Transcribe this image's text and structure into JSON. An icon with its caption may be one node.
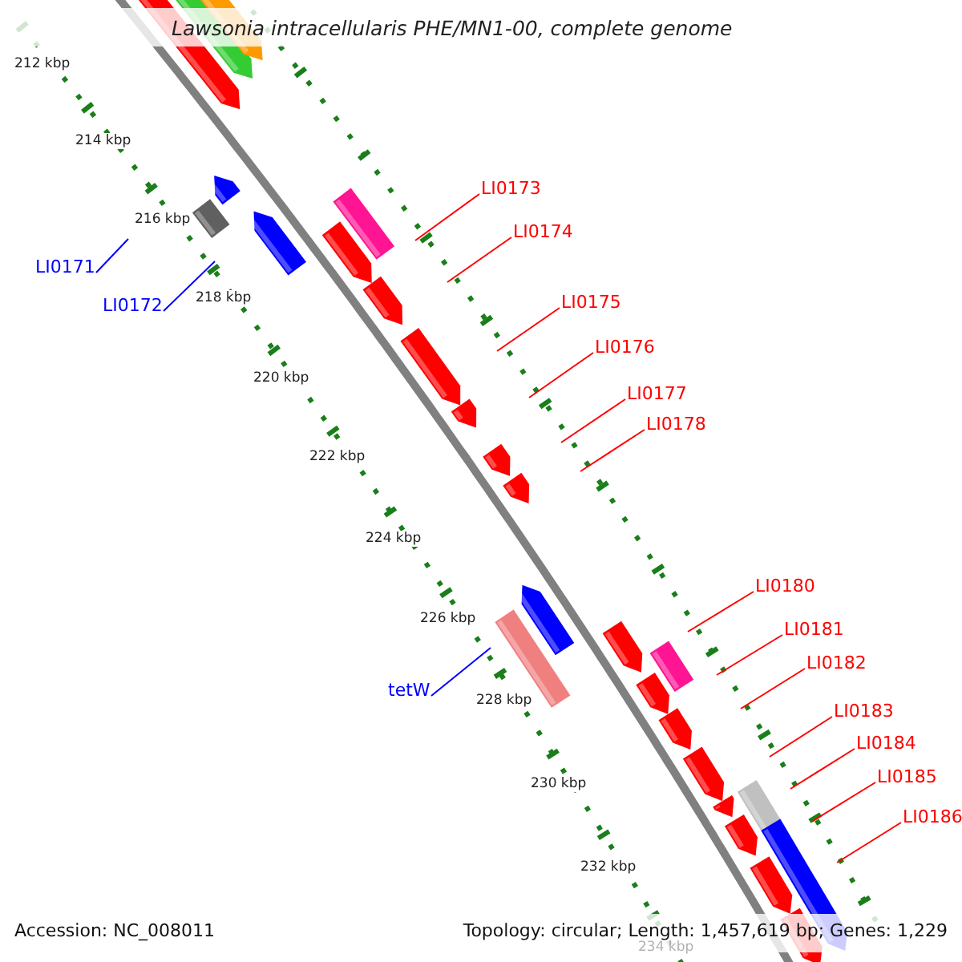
{
  "diagram": {
    "title": "Lawsonia intracellularis PHE/MN1-00, complete genome",
    "nodes": [
      {
        "text": [
          "LI0171"
        ]
      },
      {
        "text": [
          "LI0172"
        ]
      },
      {
        "text": [
          "LI0173"
        ]
      },
      {
        "text": [
          "LI0174"
        ]
      },
      {
        "text": [
          "LI0175"
        ]
      },
      {
        "text": [
          "LI0176"
        ]
      },
      {
        "text": [
          "LI0177"
        ]
      },
      {
        "text": [
          "LI0178"
        ]
      },
      {
        "text": [
          "tetW"
        ]
      },
      {
        "text": [
          "LI0180"
        ]
      },
      {
        "text": [
          "LI0181"
        ]
      },
      {
        "text": [
          "LI0182"
        ]
      },
      {
        "text": [
          "LI0183"
        ]
      },
      {
        "text": [
          "LI0184"
        ]
      },
      {
        "text": [
          "LI0185"
        ]
      },
      {
        "text": [
          "LI0186"
        ]
      }
    ],
    "edges": [
      {
        "from": 0,
        "to": null,
        "arrow": "none",
        "color": "#0000ff"
      },
      {
        "from": 1,
        "to": null,
        "arrow": "none",
        "color": "#0000ff"
      },
      {
        "from": 2,
        "to": null,
        "arrow": "none"
      },
      {
        "from": 3,
        "to": null,
        "arrow": "none"
      },
      {
        "from": 4,
        "to": null,
        "arrow": "none"
      },
      {
        "from": 5,
        "to": null,
        "arrow": "none"
      },
      {
        "from": 6,
        "to": null,
        "arrow": "none"
      },
      {
        "from": 7,
        "to": null,
        "arrow": "none"
      },
      {
        "from": 8,
        "to": null,
        "arrow": "none",
        "color": "#0000ff"
      },
      {
        "from": 9,
        "to": null,
        "arrow": "none"
      },
      {
        "from": 10,
        "to": null,
        "arrow": "none"
      },
      {
        "from": 11,
        "to": null,
        "arrow": "none"
      },
      {
        "from": 12,
        "to": null,
        "arrow": "none"
      },
      {
        "from": 13,
        "to": null,
        "arrow": "none"
      },
      {
        "from": 14,
        "to": null,
        "arrow": "none"
      },
      {
        "from": 15,
        "to": null,
        "arrow": "none"
      }
    ],
    "labels": [
      "212 kbp",
      "214 kbp",
      "216 kbp",
      "218 kbp",
      "220 kbp",
      "222 kbp",
      "224 kbp",
      "226 kbp",
      "228 kbp",
      "230 kbp",
      "232 kbp",
      "234 kbp",
      "Accession: NC_008011",
      "Topology: circular; Length: 1,457,619 bp; Genes: 1,229"
    ]
  }
}
